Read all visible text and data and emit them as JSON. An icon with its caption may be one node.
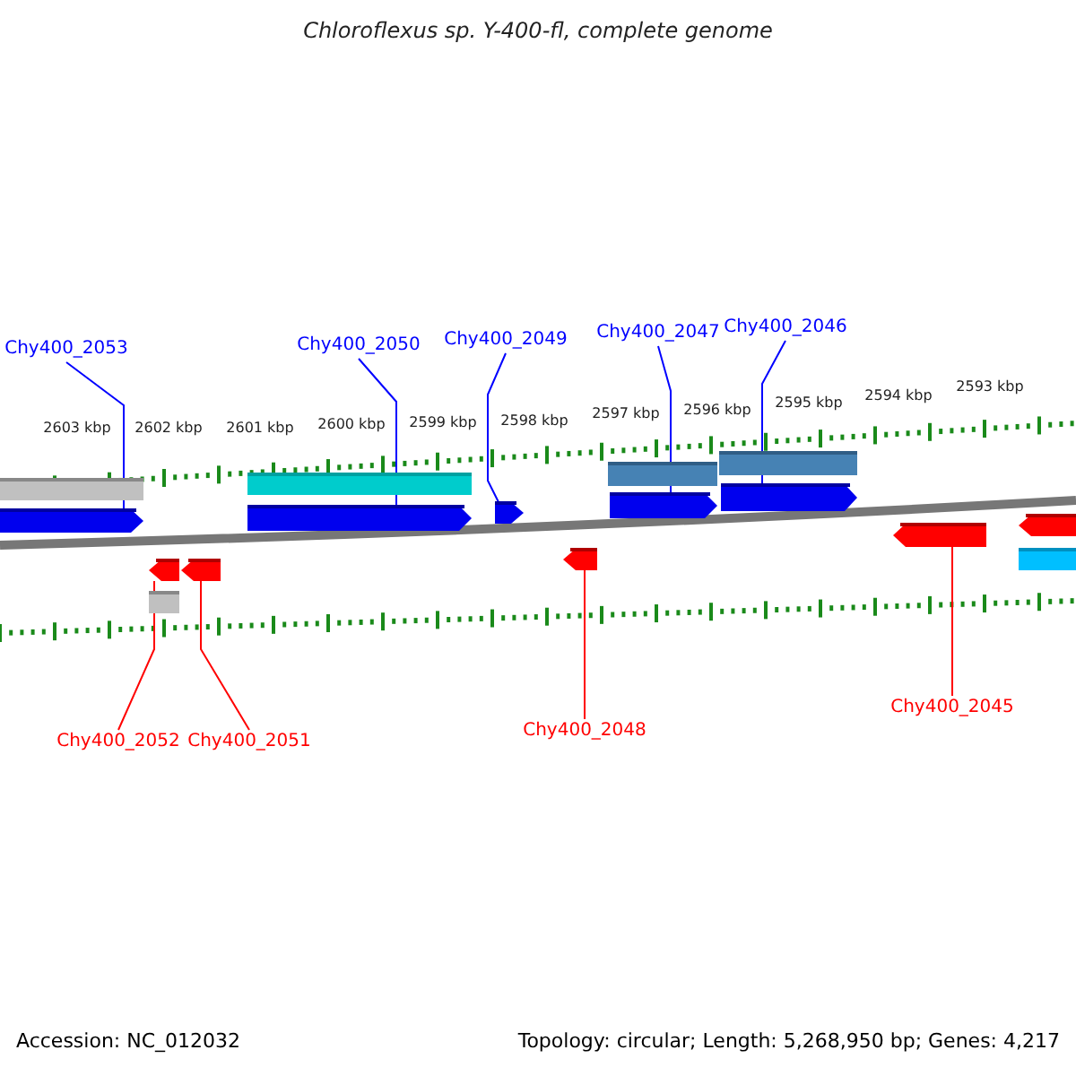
{
  "diagram": {
    "title": "Chloroflexus sp. Y-400-fl, complete genome",
    "nodes": [
      {
        "text": [
          "Chy400_2053"
        ]
      },
      {
        "text": [],
        "shape": "arrow"
      },
      {
        "text": [
          "Chy400_2050"
        ]
      },
      {
        "text": [],
        "shape": "arrow"
      },
      {
        "text": [
          "Chy400_2049"
        ]
      },
      {
        "text": [],
        "shape": "arrow"
      },
      {
        "text": [
          "Chy400_2047"
        ]
      },
      {
        "text": [],
        "shape": "arrow"
      },
      {
        "text": [
          "Chy400_2046"
        ]
      },
      {
        "text": [],
        "shape": "arrow"
      },
      {
        "text": [],
        "shape": "arrow"
      },
      {
        "text": [],
        "shape": "arrow"
      },
      {
        "text": [],
        "shape": "arrow"
      },
      {
        "text": [],
        "shape": "arrow"
      },
      {
        "text": [
          "Chy400_2052"
        ]
      },
      {
        "text": [
          "Chy400_2051"
        ]
      },
      {
        "text": [
          "Chy400_2048"
        ]
      },
      {
        "text": [
          "Chy400_2045"
        ]
      }
    ],
    "edges": [
      {
        "from": 0,
        "to": 1,
        "arrow": "none"
      },
      {
        "from": 2,
        "to": 3,
        "arrow": "none"
      },
      {
        "from": 4,
        "to": 5,
        "arrow": "none"
      },
      {
        "from": 6,
        "to": 7,
        "arrow": "none"
      },
      {
        "from": 8,
        "to": 9,
        "arrow": "none"
      },
      {
        "from": 14,
        "to": 10,
        "arrow": "none",
        "color": "#ff0000"
      },
      {
        "from": 15,
        "to": 11,
        "arrow": "none",
        "color": "#ff0000"
      },
      {
        "from": 16,
        "to": 12,
        "arrow": "none",
        "color": "#ff0000"
      },
      {
        "from": 17,
        "to": 13,
        "arrow": "none",
        "color": "#ff0000"
      }
    ],
    "labels": [
      "2603 kbp",
      "2602 kbp",
      "2601 kbp",
      "2600 kbp",
      "2599 kbp",
      "2598 kbp",
      "2597 kbp",
      "2596 kbp",
      "2595 kbp",
      "2594 kbp",
      "2593 kbp",
      "Accession: NC_012032",
      "Topology: circular; Length: 5,268,950 bp; Genes: 4,217"
    ]
  }
}
